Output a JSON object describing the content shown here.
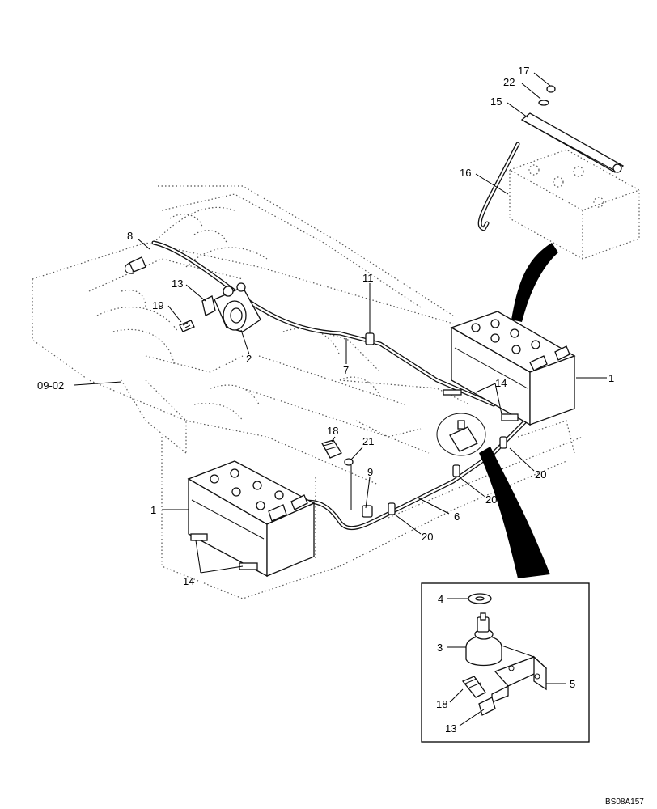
{
  "callouts": {
    "c17": "17",
    "c22": "22",
    "c15": "15",
    "c16": "16",
    "c8": "8",
    "c13a": "13",
    "c19": "19",
    "c2": "2",
    "c11": "11",
    "c7": "7",
    "c09_02": "09-02",
    "c1a": "1",
    "c14a": "14",
    "c18a": "18",
    "c21": "21",
    "c9": "9",
    "c20a": "20",
    "c20b": "20",
    "c20c": "20",
    "c6": "6",
    "c1b": "1",
    "c14b": "14",
    "c4": "4",
    "c3": "3",
    "c5": "5",
    "c18b": "18",
    "c13b": "13"
  },
  "drawing_code": "BS08A157"
}
